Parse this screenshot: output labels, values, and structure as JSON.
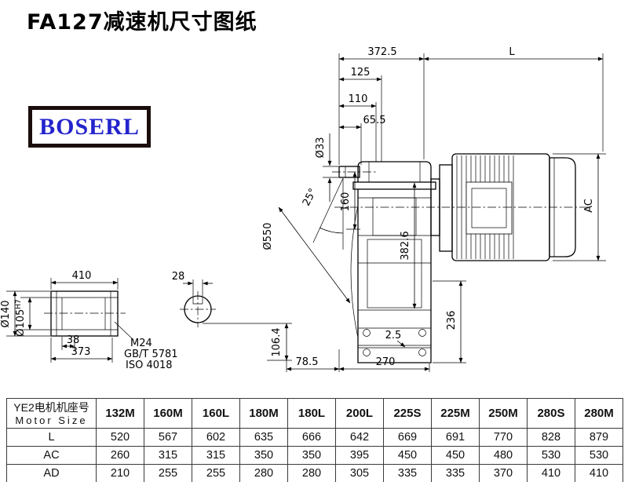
{
  "page": {
    "title": "FA127减速机尺寸图纸"
  },
  "logo": {
    "text": "BOSERL"
  },
  "drawing": {
    "dims": {
      "top_span": "372.5",
      "motor_length": "L",
      "d125": "125",
      "d110": "110",
      "d65_5": "65.5",
      "shaft_dia": "Ø33",
      "d160": "160",
      "angle_25": "25°",
      "dia_550": "Ø550",
      "d382_6": "382.6",
      "ac_label": "AC",
      "d236": "236",
      "d2_5": "2.5",
      "d78_5": "78.5",
      "d270": "270",
      "d106_4": "106.4",
      "d410": "410",
      "d28": "28",
      "dia_140": "Ø140",
      "dia_105": "Ø105",
      "tol_105": "H7",
      "d38": "38",
      "d373": "373",
      "thread": "M24",
      "std_gb": "GB/T 5781",
      "std_iso": "ISO 4018"
    }
  },
  "table": {
    "motor_header_cn": "YE2电机机座号",
    "motor_header_en": "Motor Size",
    "columns": [
      "132M",
      "160M",
      "160L",
      "180M",
      "180L",
      "200L",
      "225S",
      "225M",
      "250M",
      "280S",
      "280M"
    ],
    "rows": [
      {
        "label": "L",
        "values": [
          "520",
          "567",
          "602",
          "635",
          "666",
          "642",
          "669",
          "691",
          "770",
          "828",
          "879"
        ]
      },
      {
        "label": "AC",
        "values": [
          "260",
          "315",
          "315",
          "350",
          "350",
          "395",
          "450",
          "450",
          "480",
          "530",
          "530"
        ]
      },
      {
        "label": "AD",
        "values": [
          "210",
          "255",
          "255",
          "280",
          "280",
          "305",
          "335",
          "335",
          "370",
          "410",
          "410"
        ]
      }
    ]
  }
}
